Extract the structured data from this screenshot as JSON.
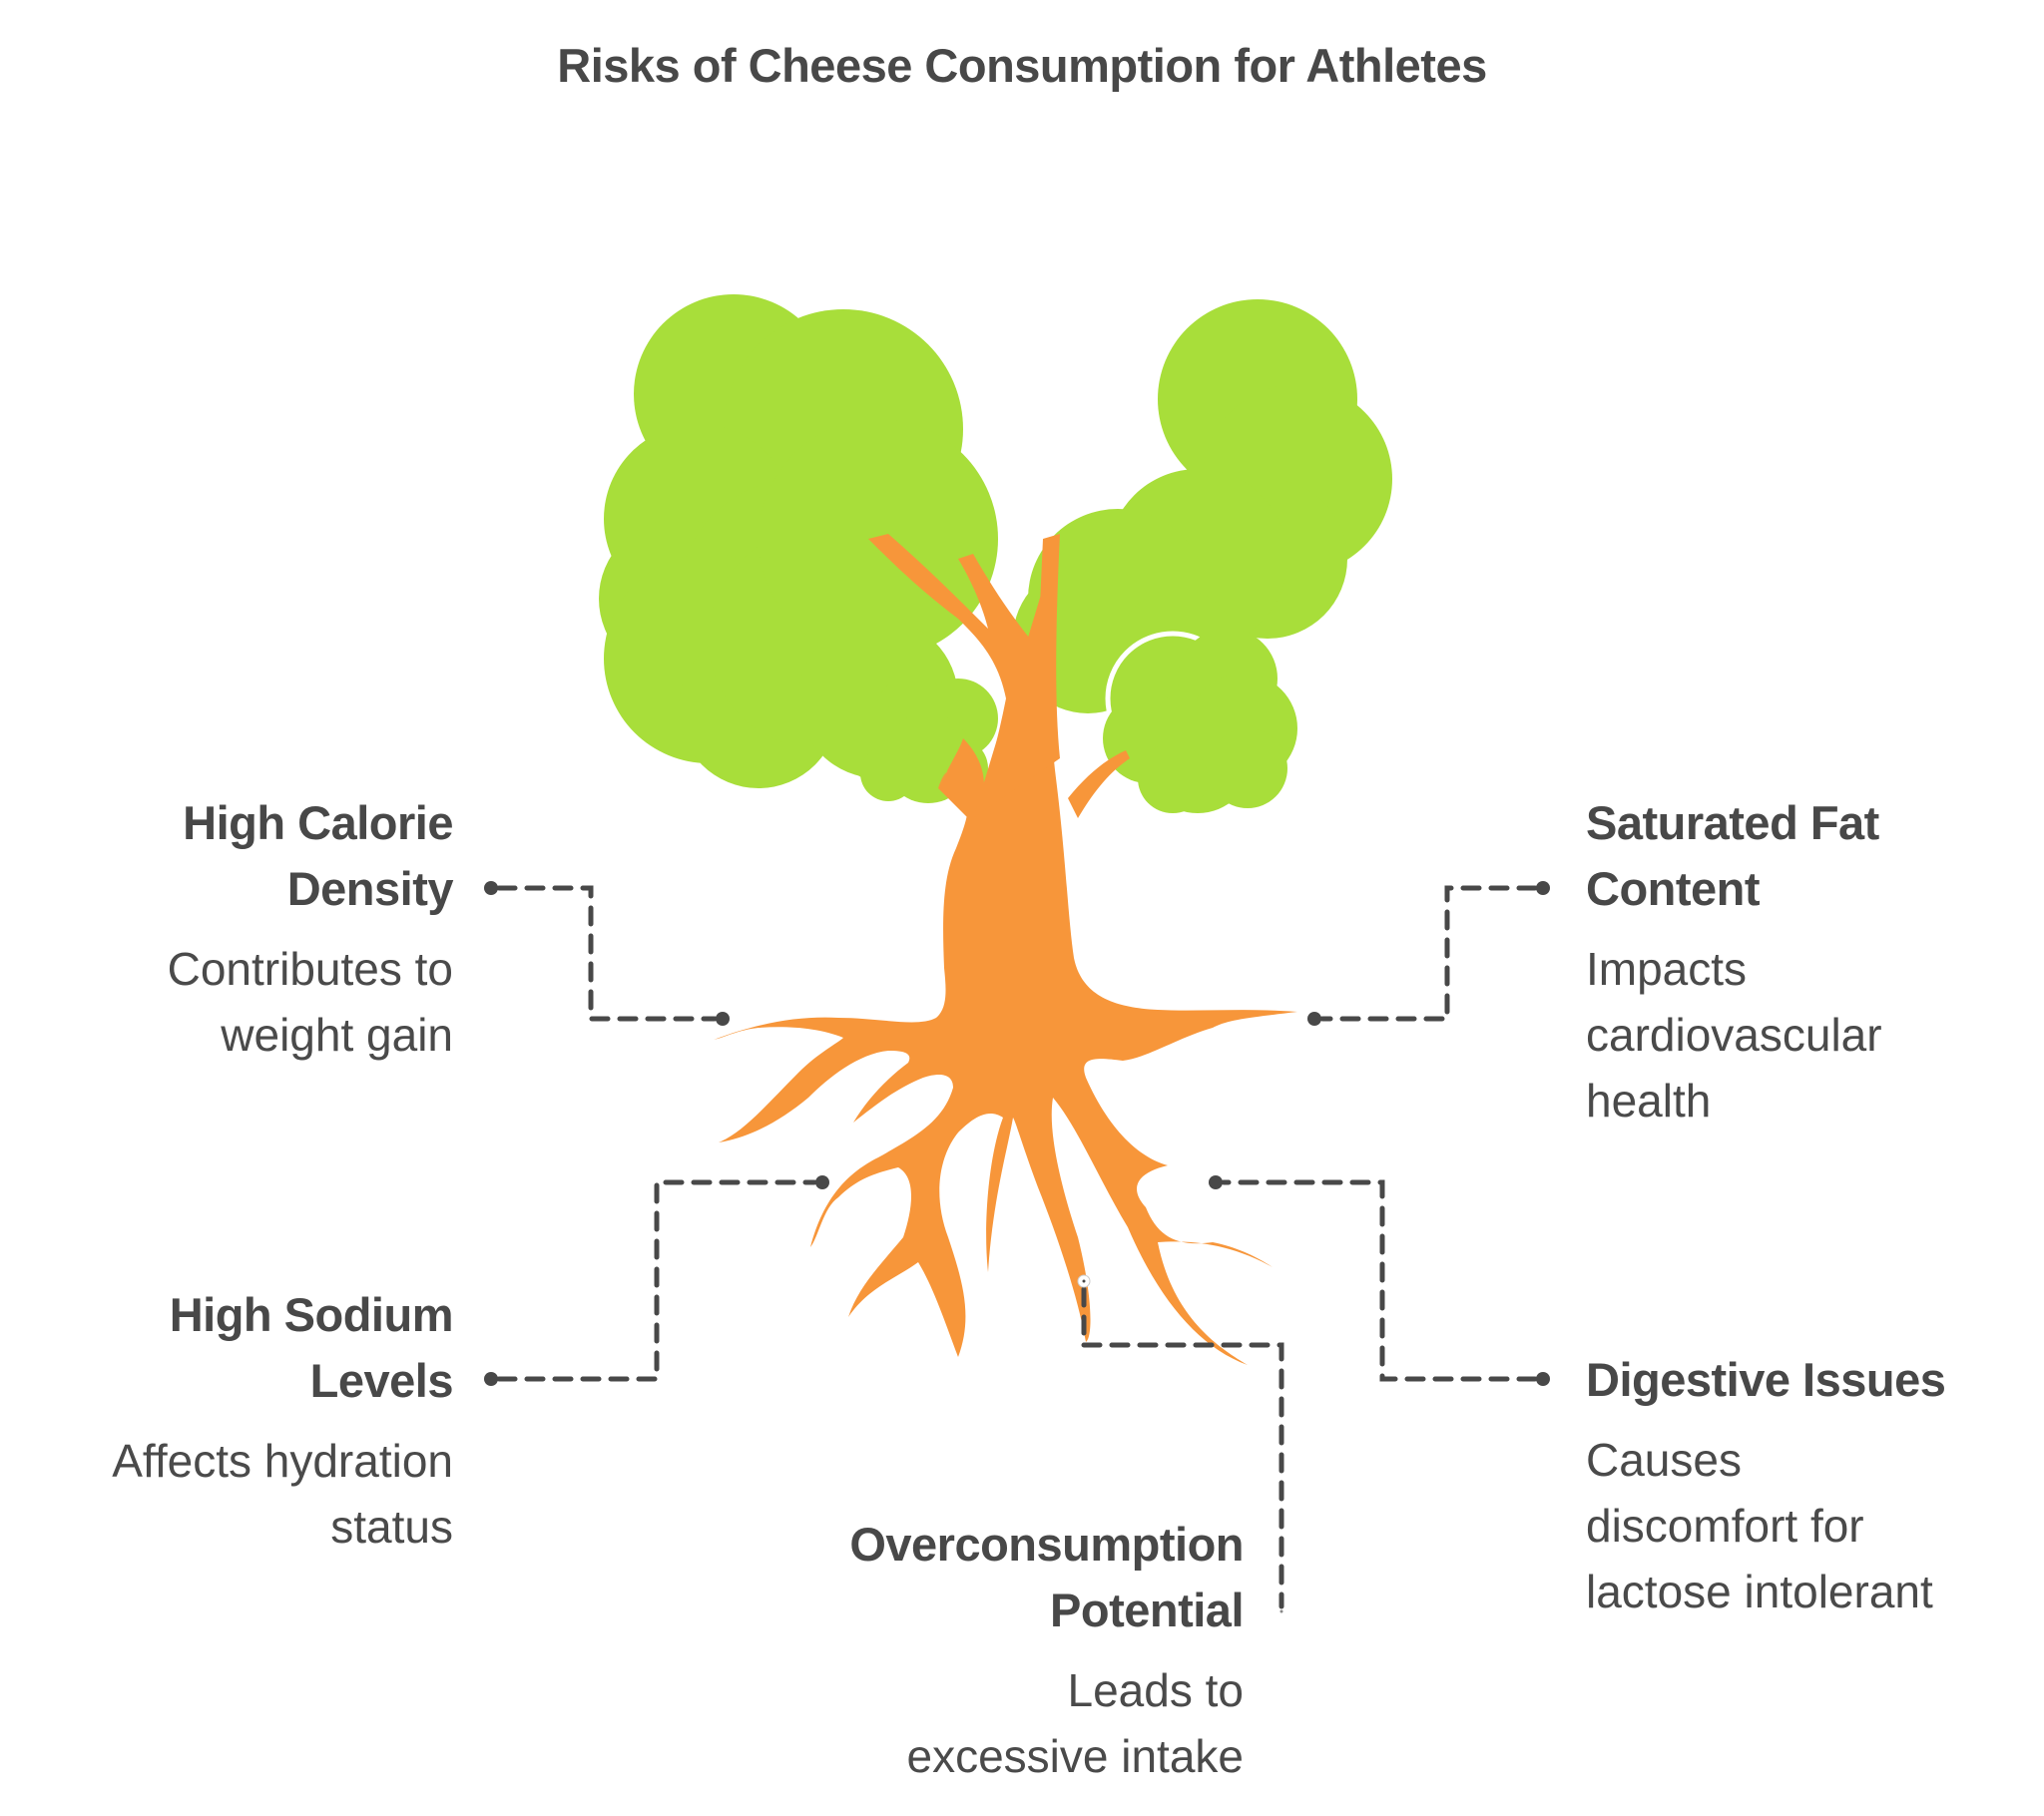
{
  "title": "Risks of Cheese Consumption for Athletes",
  "colors": {
    "foliage": "#A8DE3A",
    "trunk": "#F7963A",
    "text": "#484848",
    "connector": "#484848",
    "background": "#FFFFFF"
  },
  "risks": [
    {
      "id": "high-calorie-density",
      "heading_lines": [
        "High Calorie",
        "Density"
      ],
      "description_lines": [
        "Contributes to",
        "weight gain"
      ],
      "side": "left"
    },
    {
      "id": "saturated-fat-content",
      "heading_lines": [
        "Saturated Fat",
        "Content"
      ],
      "description_lines": [
        "Impacts",
        "cardiovascular",
        "health"
      ],
      "side": "right"
    },
    {
      "id": "high-sodium-levels",
      "heading_lines": [
        "High Sodium",
        "Levels"
      ],
      "description_lines": [
        "Affects hydration",
        "status"
      ],
      "side": "left"
    },
    {
      "id": "digestive-issues",
      "heading_lines": [
        "Digestive Issues"
      ],
      "description_lines": [
        "Causes",
        "discomfort for",
        "lactose intolerant"
      ],
      "side": "right"
    },
    {
      "id": "overconsumption-potential",
      "heading_lines": [
        "Overconsumption",
        "Potential"
      ],
      "description_lines": [
        "Leads to",
        "excessive intake"
      ],
      "side": "bottom-center"
    }
  ]
}
